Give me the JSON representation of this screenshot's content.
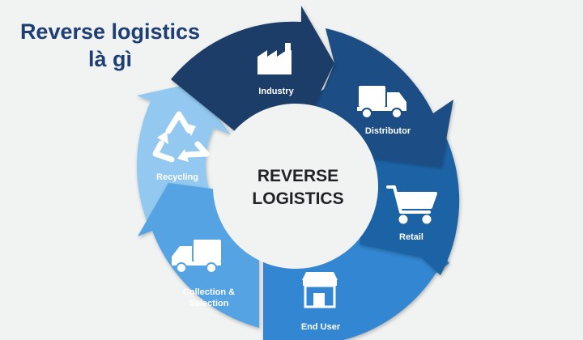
{
  "title": {
    "line1": "Reverse logistics",
    "line2": "là gì"
  },
  "center": {
    "line1": "REVERSE",
    "line2": "LOGISTICS"
  },
  "segments": [
    {
      "label": "Industry",
      "icon": "factory-icon",
      "color": "#1b3c68"
    },
    {
      "label": "Distributor",
      "icon": "truck-icon",
      "color": "#1c4d85"
    },
    {
      "label": "Retail",
      "icon": "shopping-cart-icon",
      "color": "#1f63a6"
    },
    {
      "label": "End User",
      "icon": "store-icon",
      "color": "#3286d2"
    },
    {
      "label": "Collection &",
      "label2": "Selection",
      "icon": "truck-icon",
      "color": "#56a3e3"
    },
    {
      "label": "Recycling",
      "icon": "recycle-icon",
      "color": "#93c9f0"
    }
  ]
}
